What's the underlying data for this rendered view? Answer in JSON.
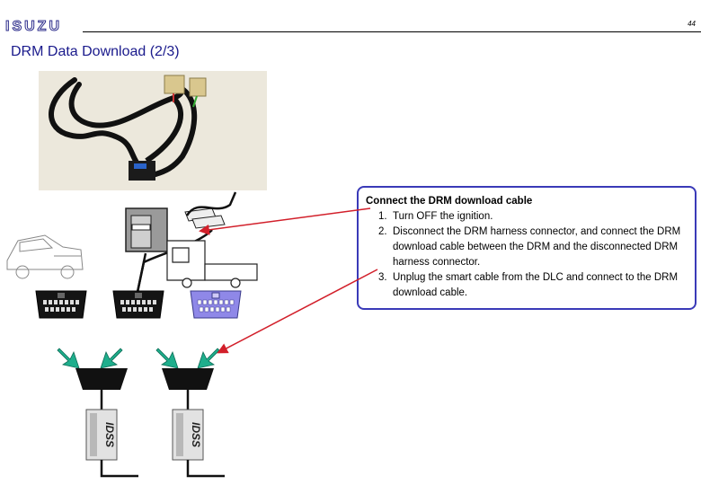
{
  "header": {
    "logo_text": "ISUZU",
    "page_number": "44"
  },
  "title": "DRM Data Download (2/3)",
  "callout": {
    "heading": "Connect the DRM download cable",
    "steps": [
      {
        "num": "1.",
        "text": "Turn OFF the ignition."
      },
      {
        "num": "2.",
        "text": "Disconnect the DRM harness connector, and connect the DRM download cable between the DRM and the disconnected DRM harness connector."
      },
      {
        "num": "3.",
        "text": "Unplug the smart cable from the DLC and connect to the DRM download cable."
      }
    ]
  },
  "devices": {
    "label_left": "IDSS",
    "label_right": "IDSS"
  },
  "colors": {
    "title": "#1a1a8c",
    "callout_border": "#3a3ab8",
    "pointer_arrow": "#d21f2a",
    "flow_arrow": "#1fae8c",
    "highlight_connector": "#8f88e8"
  }
}
